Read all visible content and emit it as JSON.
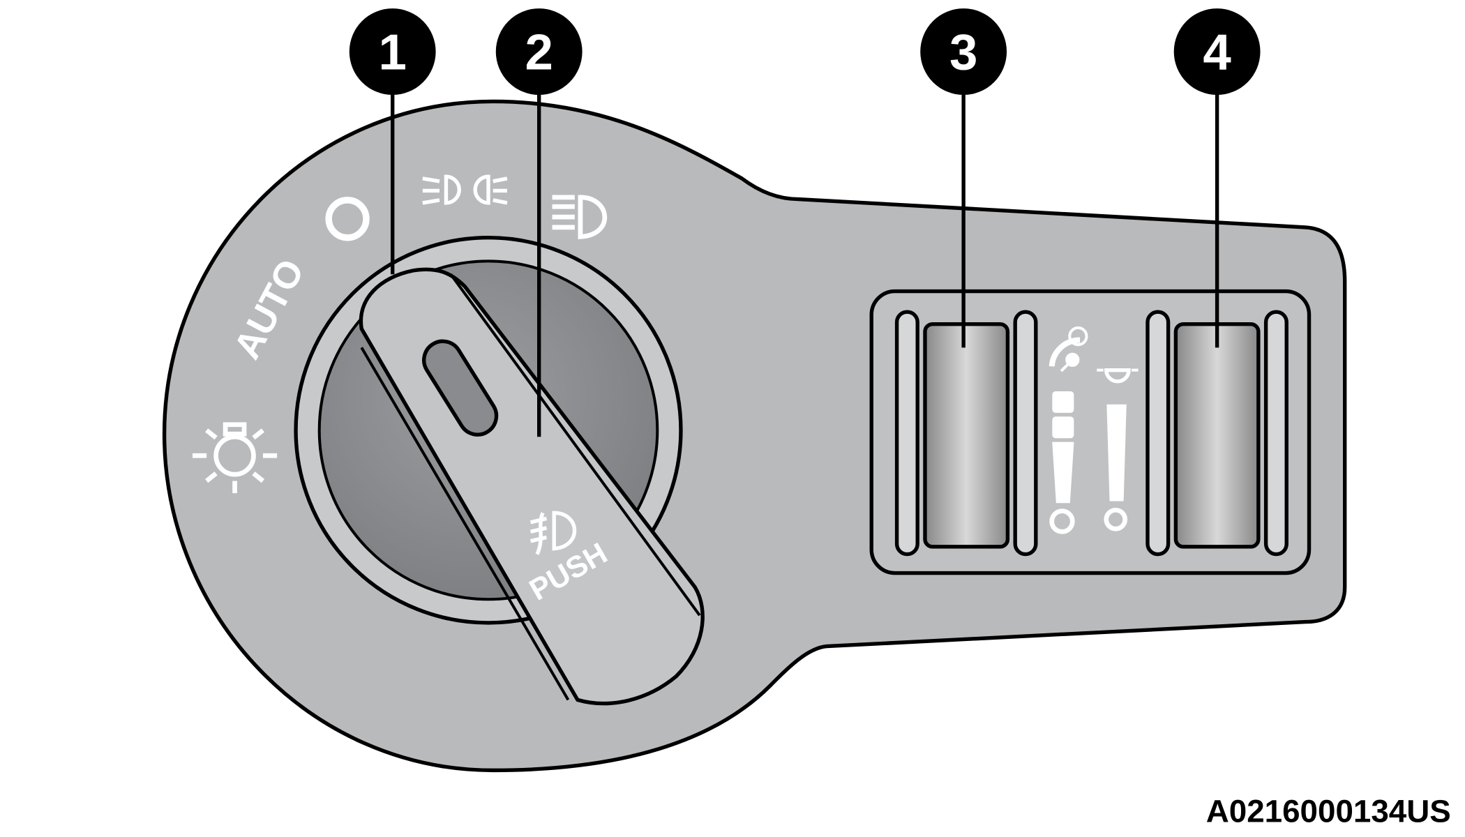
{
  "figure_id": "A0216000134US",
  "dial_labels": {
    "auto": "AUTO",
    "push": "PUSH"
  },
  "callouts": [
    "1",
    "2",
    "3",
    "4"
  ],
  "colors": {
    "housing": "#b9babc",
    "dial": "#8e8f92",
    "knob": "#c4c5c7",
    "outline": "#000000",
    "icon": "#ffffff"
  },
  "icons": [
    "parking-lamp-icon",
    "off-icon",
    "parking-lights-icon",
    "headlight-icon",
    "fog-lamp-icon",
    "dash-dimmer-icon",
    "interior-light-icon"
  ]
}
